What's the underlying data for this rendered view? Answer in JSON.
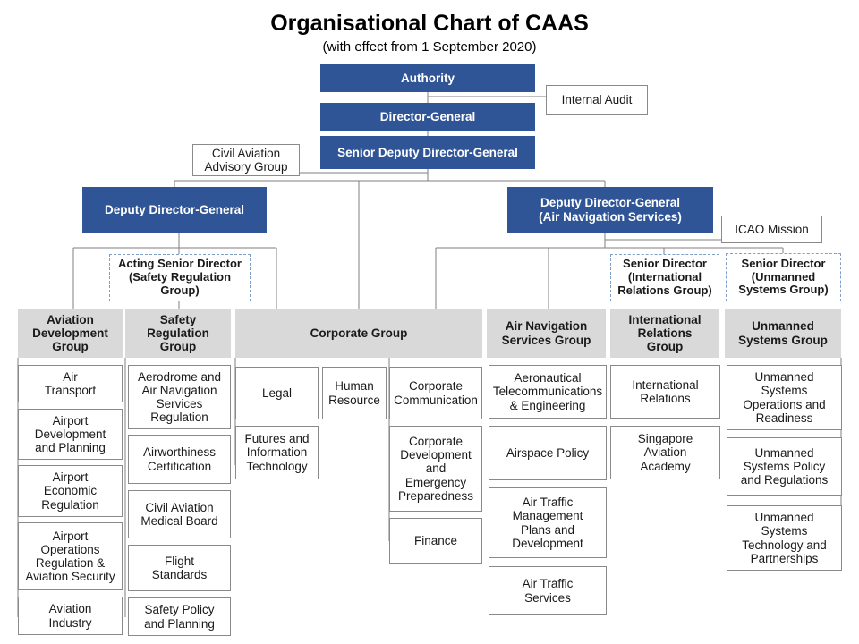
{
  "title": "Organisational Chart of CAAS",
  "subtitle": "(with effect from 1 September 2020)",
  "top": {
    "authority": "Authority",
    "director_general": "Director-General",
    "senior_ddg": "Senior Deputy Director-General",
    "internal_audit": "Internal Audit",
    "advisory": "Civil Aviation\nAdvisory Group",
    "ddg": "Deputy Director-General",
    "ddg_ans": "Deputy Director-General\n(Air Navigation Services)",
    "icao": "ICAO Mission"
  },
  "senior_directors": {
    "safety": "Acting Senior Director\n(Safety Regulation\nGroup)",
    "international": "Senior Director\n(International\nRelations Group)",
    "unmanned": "Senior Director\n(Unmanned\nSystems Group)"
  },
  "groups": {
    "aviation_development": {
      "name": "Aviation\nDevelopment\nGroup",
      "units": [
        "Air\nTransport",
        "Airport\nDevelopment\nand Planning",
        "Airport\nEconomic\nRegulation",
        "Airport\nOperations\nRegulation &\nAviation Security",
        "Aviation\nIndustry"
      ]
    },
    "safety_regulation": {
      "name": "Safety\nRegulation\nGroup",
      "units": [
        "Aerodrome and\nAir Navigation\nServices\nRegulation",
        "Airworthiness\nCertification",
        "Civil Aviation\nMedical Board",
        "Flight\nStandards",
        "Safety Policy\nand Planning"
      ]
    },
    "corporate": {
      "name": "Corporate Group",
      "units": [
        "Legal",
        "Futures and\nInformation\nTechnology",
        "Human\nResource",
        "Corporate\nCommunication",
        "Corporate\nDevelopment\nand\nEmergency\nPreparedness",
        "Finance"
      ]
    },
    "air_navigation": {
      "name": "Air Navigation\nServices Group",
      "units": [
        "Aeronautical\nTelecommunications\n& Engineering",
        "Airspace Policy",
        "Air Traffic\nManagement\nPlans and\nDevelopment",
        "Air Traffic\nServices"
      ]
    },
    "international_relations": {
      "name": "International\nRelations\nGroup",
      "units": [
        "International\nRelations",
        "Singapore\nAviation\nAcademy"
      ]
    },
    "unmanned_systems": {
      "name": "Unmanned\nSystems Group",
      "units": [
        "Unmanned\nSystems\nOperations and\nReadiness",
        "Unmanned\nSystems Policy\nand Regulations",
        "Unmanned\nSystems\nTechnology and\nPartnerships"
      ]
    }
  },
  "colors": {
    "navy_box": "#2f5597",
    "group_header": "#d9d9d9",
    "dashed_border": "#7f9fc9",
    "connector": "#7f7f7f"
  }
}
